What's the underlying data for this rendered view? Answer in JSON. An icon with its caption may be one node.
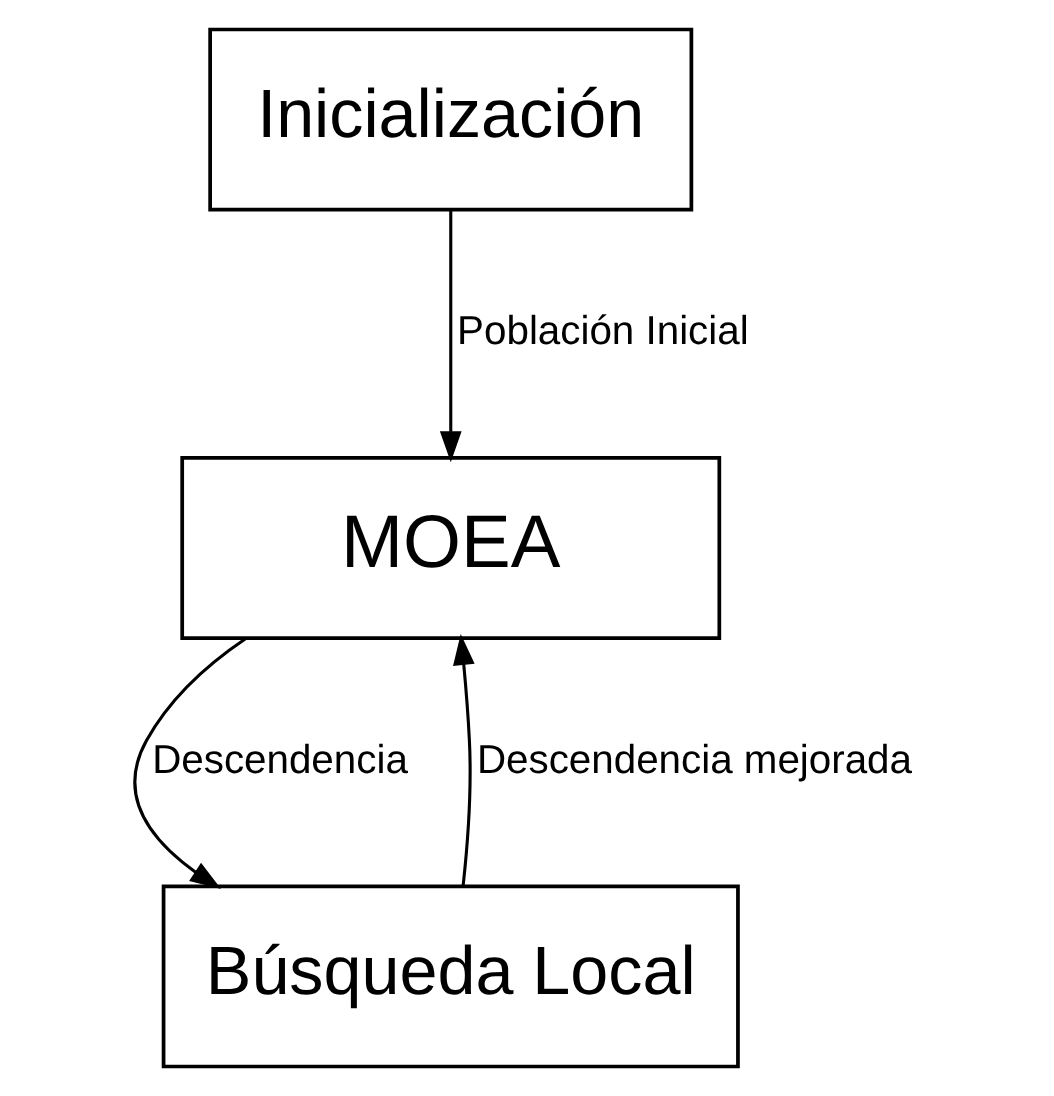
{
  "diagram": {
    "nodes": [
      {
        "text": [
          "Inicialización"
        ]
      },
      {
        "text": [
          "MOEA"
        ]
      },
      {
        "text": [
          "Búsqueda Local"
        ]
      }
    ],
    "edges": [
      {
        "from": 0,
        "to": 1,
        "arrow": "to",
        "label": "Población Inicial"
      },
      {
        "from": 2,
        "to": 1,
        "arrow": "to",
        "label": "Descendencia mejorada"
      },
      {
        "from": 1,
        "to": 2,
        "arrow": "to",
        "label": "Descendencia"
      }
    ]
  }
}
